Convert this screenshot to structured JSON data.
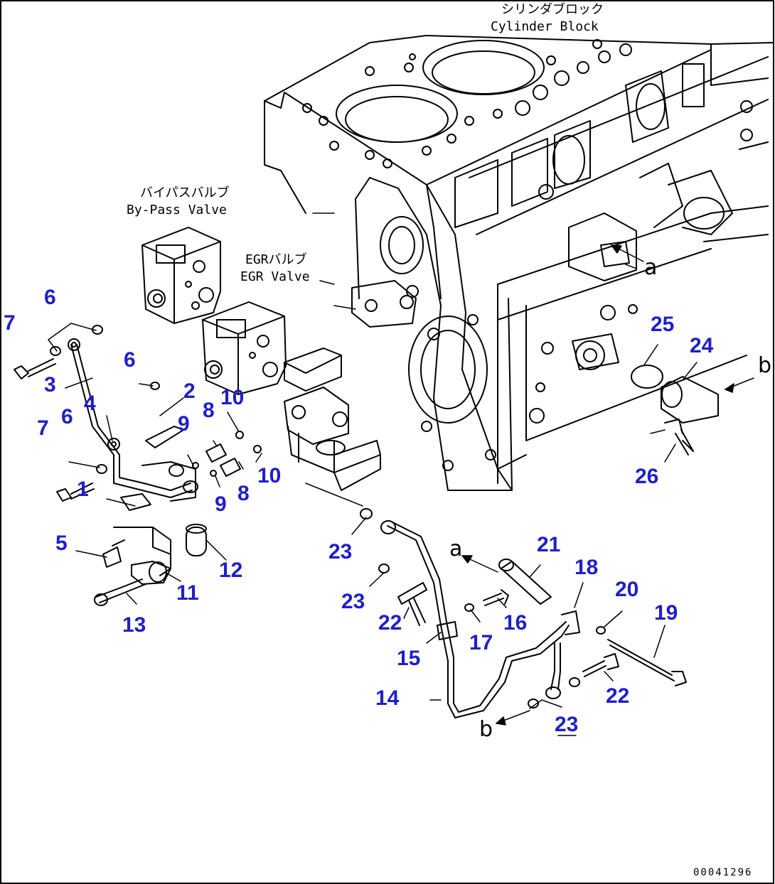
{
  "labels": {
    "cylinder_block_jp": "シリンダブロック",
    "cylinder_block_en": "Cylinder Block",
    "bypass_valve_jp": "バイパスバルブ",
    "bypass_valve_en": "By-Pass Valve",
    "egr_valve_jp": "EGRバルブ",
    "egr_valve_en": "EGR Valve"
  },
  "callouts": [
    "7",
    "6",
    "3",
    "4",
    "6",
    "7",
    "1",
    "5",
    "13",
    "11",
    "12",
    "6",
    "2",
    "9",
    "8",
    "10",
    "10",
    "8",
    "9",
    "23",
    "23",
    "22",
    "15",
    "14",
    "17",
    "16",
    "21",
    "18",
    "20",
    "19",
    "22",
    "23",
    "25",
    "24",
    "26"
  ],
  "refs": [
    "a",
    "a",
    "b",
    "b"
  ],
  "drawing_code": "00041296",
  "colors": {
    "callout": "#1f1fc8",
    "line": "#000000"
  }
}
